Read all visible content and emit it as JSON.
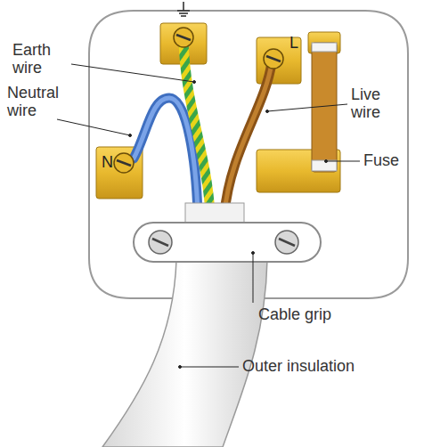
{
  "diagram": {
    "labels": [
      "Earth wire",
      "Neutral wire",
      "N",
      "L",
      "Live wire",
      "Fuse",
      "Cable grip",
      "Outer insulation"
    ]
  }
}
